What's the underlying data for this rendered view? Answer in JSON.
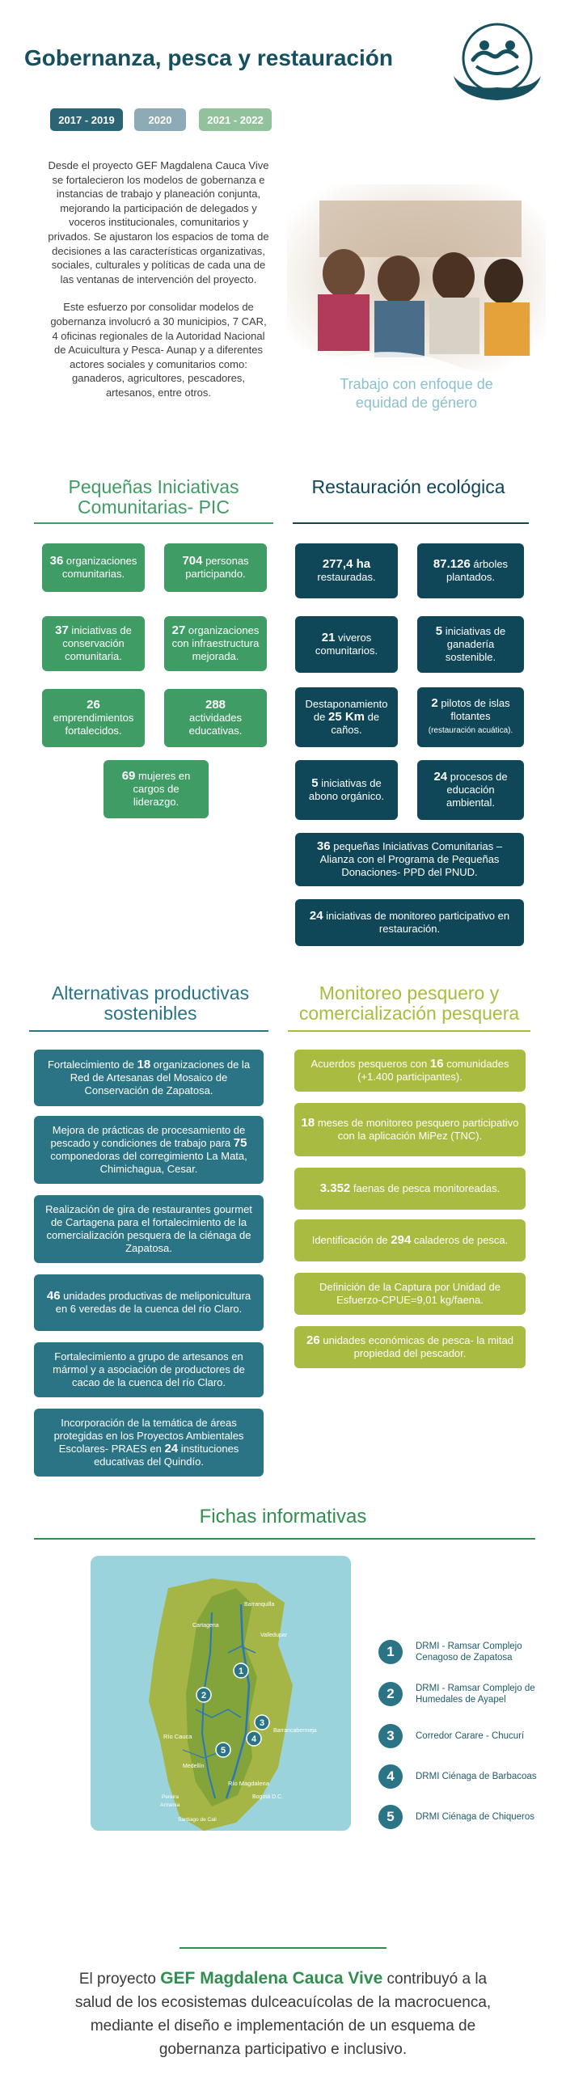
{
  "header": {
    "title": "Gobernanza, pesca y restauración",
    "years": [
      "2017 - 2019",
      "2020",
      "2021 - 2022"
    ]
  },
  "intro": {
    "p1": "Desde el proyecto GEF Magdalena Cauca Vive se fortalecieron los modelos de gobernanza e instancias de trabajo y planeación conjunta, mejorando la participación de delegados y voceros institucionales, comunitarios y privados. Se ajustaron los espacios de toma de decisiones a las características organizativas, sociales, culturales y políticas de cada una de las ventanas de  intervención del proyecto.",
    "p2": "Este esfuerzo por consolidar modelos de gobernanza involucró a 30 municipios, 7 CAR, 4 oficinas regionales de la Autoridad Nacional de Acuicultura y Pesca- Aunap y a diferentes actores sociales y comunitarios como: ganaderos, agricultores, pescadores, artesanos, entre otros.",
    "photo_caption": "Trabajo con enfoque de equidad de género"
  },
  "pic": {
    "title": "Pequeñas Iniciativas Comunitarias- PIC",
    "cards": [
      {
        "num": "36",
        "text": " organizaciones comunitarias."
      },
      {
        "num": "704",
        "text": " personas participando."
      },
      {
        "num": "37",
        "text": " iniciativas de conservación comunitaria."
      },
      {
        "num": "27",
        "text": " organizaciones con infraestructura mejorada."
      },
      {
        "num": "26",
        "text": "emprendimientos fortalecidos."
      },
      {
        "num": "288",
        "text": "actividades educativas."
      },
      {
        "num": "69",
        "text": " mujeres en cargos de liderazgo."
      }
    ]
  },
  "restauracion": {
    "title": "Restauración ecológica",
    "cards": [
      {
        "num": "277,4 ha",
        "text": "restauradas."
      },
      {
        "num": "87.126",
        "text": " árboles plantados."
      },
      {
        "num": "21",
        "text": " viveros comunitarios."
      },
      {
        "num": "5",
        "text": " iniciativas de ganadería sostenible."
      },
      {
        "pre": "Destaponamiento de ",
        "num": "25 Km",
        "text": " de caños."
      },
      {
        "num": "2",
        "text": " pilotos de islas flotantes",
        "note": "(restauración acuática)."
      },
      {
        "num": "5",
        "text": " iniciativas de abono orgánico."
      },
      {
        "num": "24",
        "text": " procesos de educación ambiental."
      },
      {
        "num": "36",
        "text": " pequeñas Iniciativas Comunitarias – Alianza con el Programa de Pequeñas Donaciones- PPD del PNUD."
      },
      {
        "num": "24",
        "text": " iniciativas de monitoreo participativo en restauración."
      }
    ]
  },
  "alternativas": {
    "title": "Alternativas productivas sostenibles",
    "cards": [
      {
        "pre": "Fortalecimiento de ",
        "num": "18",
        "text": " organizaciones de la Red de Artesanas del Mosaico de Conservación de Zapatosa."
      },
      {
        "pre": "Mejora de prácticas de procesamiento de pescado y condiciones de trabajo para ",
        "num": "75",
        "text": " componedoras del corregimiento La Mata, Chimichagua, Cesar."
      },
      {
        "pre": "Realización de gira de restaurantes gourmet de Cartagena para el fortalecimiento de la comercialización pesquera de la ciénaga de Zapatosa.",
        "num": "",
        "text": ""
      },
      {
        "pre": "",
        "num": "46",
        "text": " unidades productivas de meliponicultura en 6 veredas de la cuenca del río Claro."
      },
      {
        "pre": "Fortalecimiento a grupo de artesanos en mármol y a asociación de productores de cacao de la cuenca del río Claro.",
        "num": "",
        "text": ""
      },
      {
        "pre": "Incorporación de la temática de áreas protegidas en los Proyectos Ambientales Escolares- PRAES en ",
        "num": "24",
        "text": " instituciones educativas del Quindío."
      }
    ]
  },
  "monitoreo": {
    "title": "Monitoreo pesquero y comercialización pesquera",
    "cards": [
      {
        "pre": "Acuerdos pesqueros con ",
        "num": "16",
        "text": " comunidades (+1.400 participantes)."
      },
      {
        "pre": "",
        "num": "18",
        "text": " meses de monitoreo pesquero participativo con la aplicación MiPez (TNC)."
      },
      {
        "pre": "",
        "num": "3.352",
        "text": " faenas de pesca monitoreadas."
      },
      {
        "pre": "Identificación de ",
        "num": "294",
        "text": " caladeros de pesca."
      },
      {
        "pre": "Definición de la Captura por Unidad de Esfuerzo-CPUE=9,01 kg/faena.",
        "num": "",
        "text": ""
      },
      {
        "pre": "",
        "num": "26",
        "text": " unidades económicas de pesca- la mitad propiedad del pescador."
      }
    ]
  },
  "fichas": {
    "title": "Fichas informativas",
    "map_labels": [
      "Barranquilla",
      "Cartagena",
      "Valledupar",
      "Barrancabermeja",
      "Medellín",
      "Río Cauca",
      "Río Magdalena",
      "Bogotá D.C.",
      "Pereira",
      "Armenia",
      "Santiago de Cali"
    ],
    "legend": [
      {
        "num": "1",
        "label": "DRMI - Ramsar Complejo Cenagoso de Zapatosa"
      },
      {
        "num": "2",
        "label": "DRMI - Ramsar Complejo de Humedales de Ayapel"
      },
      {
        "num": "3",
        "label": "Corredor Carare - Chucurí"
      },
      {
        "num": "4",
        "label": "DRMI Ciénaga de Barbacoas"
      },
      {
        "num": "5",
        "label": "DRMI Ciénaga de Chiqueros"
      }
    ]
  },
  "outro": {
    "pre": "El proyecto ",
    "highlight": "GEF Magdalena Cauca Vive",
    "post": " contribuyó a la salud de los ecosistemas dulceacuícolas de la macrocuenca, mediante el diseño e implementación de un esquema de gobernanza participativo e inclusivo."
  },
  "colors": {
    "title": "#16505e",
    "pic_green": "#3f9c64",
    "resto_navy": "#0f4658",
    "alt_teal": "#2a7485",
    "mon_olive": "#a9bb40"
  }
}
